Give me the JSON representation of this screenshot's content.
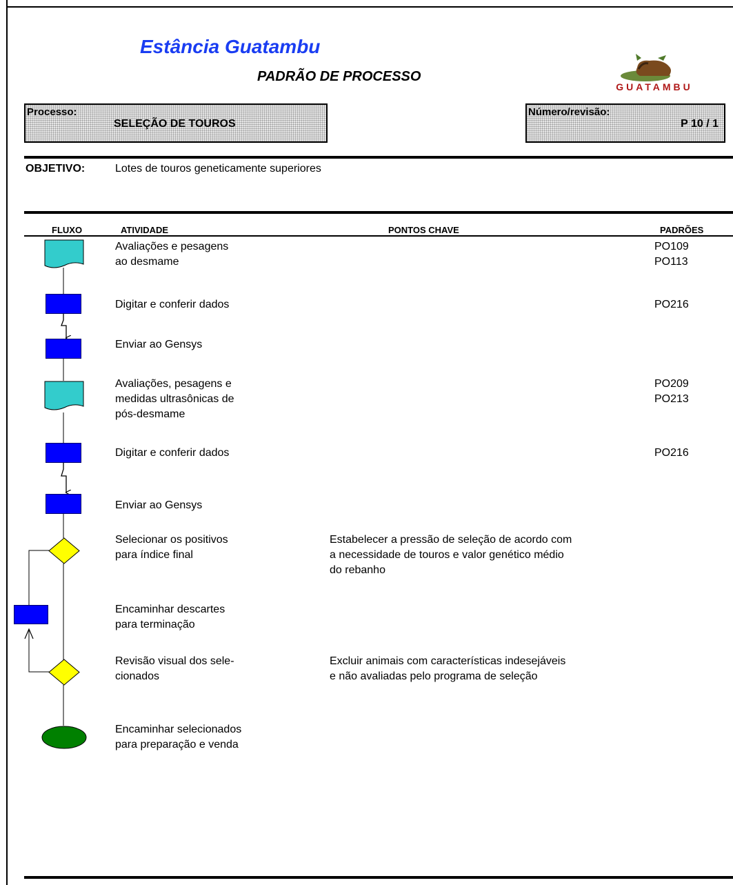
{
  "header": {
    "brand": "Estância Guatambu",
    "doc_title": "PADRÃO DE PROCESSO",
    "logo_text": "GUATAMBU"
  },
  "process": {
    "label": "Processo:",
    "value": "SELEÇÃO DE TOUROS"
  },
  "revision": {
    "label": "Número/revisão:",
    "value": "P 10 / 1"
  },
  "objective": {
    "label": "OBJETIVO:",
    "text": "Lotes de touros geneticamente superiores"
  },
  "columns": {
    "fluxo": "FLUXO",
    "atividade": "ATIVIDADE",
    "pontos": "PONTOS CHAVE",
    "padroes": "PADRÕES"
  },
  "steps": [
    {
      "activity": "Avaliações e pesagens\nao desmame",
      "key_points": "",
      "standards": "PO109\nPO113",
      "shape": "document",
      "color": "#33cccc"
    },
    {
      "activity": "Digitar e conferir dados",
      "key_points": "",
      "standards": "PO216",
      "shape": "process",
      "color": "#0000ff"
    },
    {
      "activity": "Enviar ao Gensys",
      "key_points": "",
      "standards": "",
      "shape": "process",
      "color": "#0000ff"
    },
    {
      "activity": "Avaliações, pesagens e\nmedidas ultrasônicas de\npós-desmame",
      "key_points": "",
      "standards": "PO209\nPO213",
      "shape": "document",
      "color": "#33cccc"
    },
    {
      "activity": "Digitar e conferir dados",
      "key_points": "",
      "standards": "PO216",
      "shape": "process",
      "color": "#0000ff"
    },
    {
      "activity": "Enviar ao Gensys",
      "key_points": "",
      "standards": "",
      "shape": "process",
      "color": "#0000ff"
    },
    {
      "activity": "Selecionar os positivos\npara índice final",
      "key_points": "Estabelecer a pressão de seleção de acordo com\na necessidade de touros e valor genético médio\ndo rebanho",
      "standards": "",
      "shape": "decision",
      "color": "#ffff00"
    },
    {
      "activity": "Encaminhar descartes\npara terminação",
      "key_points": "",
      "standards": "",
      "shape": "process",
      "color": "#0000ff"
    },
    {
      "activity": "Revisão visual dos sele-\ncionados",
      "key_points": "Excluir animais com características indesejáveis\ne não avaliadas pelo programa de seleção",
      "standards": "",
      "shape": "decision",
      "color": "#ffff00"
    },
    {
      "activity": "Encaminhar selecionados\npara preparação e venda",
      "key_points": "",
      "standards": "",
      "shape": "terminator",
      "color": "#008000"
    }
  ]
}
